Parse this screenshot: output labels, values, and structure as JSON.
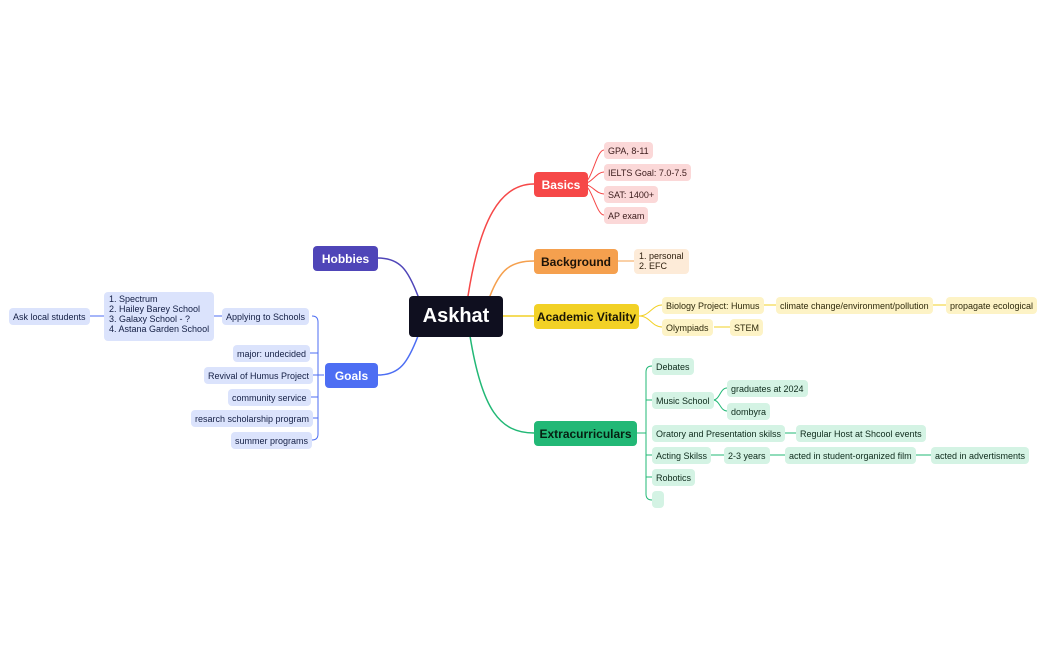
{
  "root": "Askhat",
  "colors": {
    "basics": "#f64848",
    "background": "#f5a04e",
    "academic": "#f2d126",
    "extracurriculars": "#22b876",
    "goals": "#4d6ef3",
    "hobbies": "#4f45b8"
  },
  "basics": {
    "label": "Basics",
    "items": [
      "GPA, 8-11",
      "IELTS Goal: 7.0-7.5",
      "SAT: 1400+",
      "AP exam"
    ]
  },
  "background": {
    "label": "Background",
    "items": "1. personal\n2. EFC"
  },
  "academic": {
    "label": "Academic Vitality",
    "biology": "Biology Project: Humus",
    "climate": "climate change/environment/pollution",
    "propagate": "propagate ecological",
    "olympiads": "Olympiads",
    "stem": "STEM"
  },
  "extracurriculars": {
    "label": "Extracurriculars",
    "debates": "Debates",
    "music_school": "Music School",
    "graduates": "graduates at 2024",
    "dombyra": "dombyra",
    "oratory": "Oratory and Presentation skilss",
    "host": "Regular Host at Shcool events",
    "acting": "Acting Skilss",
    "years": "2-3 years",
    "film": "acted in student-organized film",
    "ads": "acted in advertisments",
    "robotics": "Robotics",
    "empty": ""
  },
  "hobbies": {
    "label": "Hobbies"
  },
  "goals": {
    "label": "Goals",
    "applying": "Applying to Schools",
    "schools": "1. Spectrum\n2. Hailey Barey School\n3. Galaxy School - ?\n4. Astana Garden School",
    "ask": "Ask local students",
    "major": "major: undecided",
    "revival": "Revival of Humus Project",
    "community": "community service",
    "research": "resarch scholarship program",
    "summer": "summer programs"
  }
}
